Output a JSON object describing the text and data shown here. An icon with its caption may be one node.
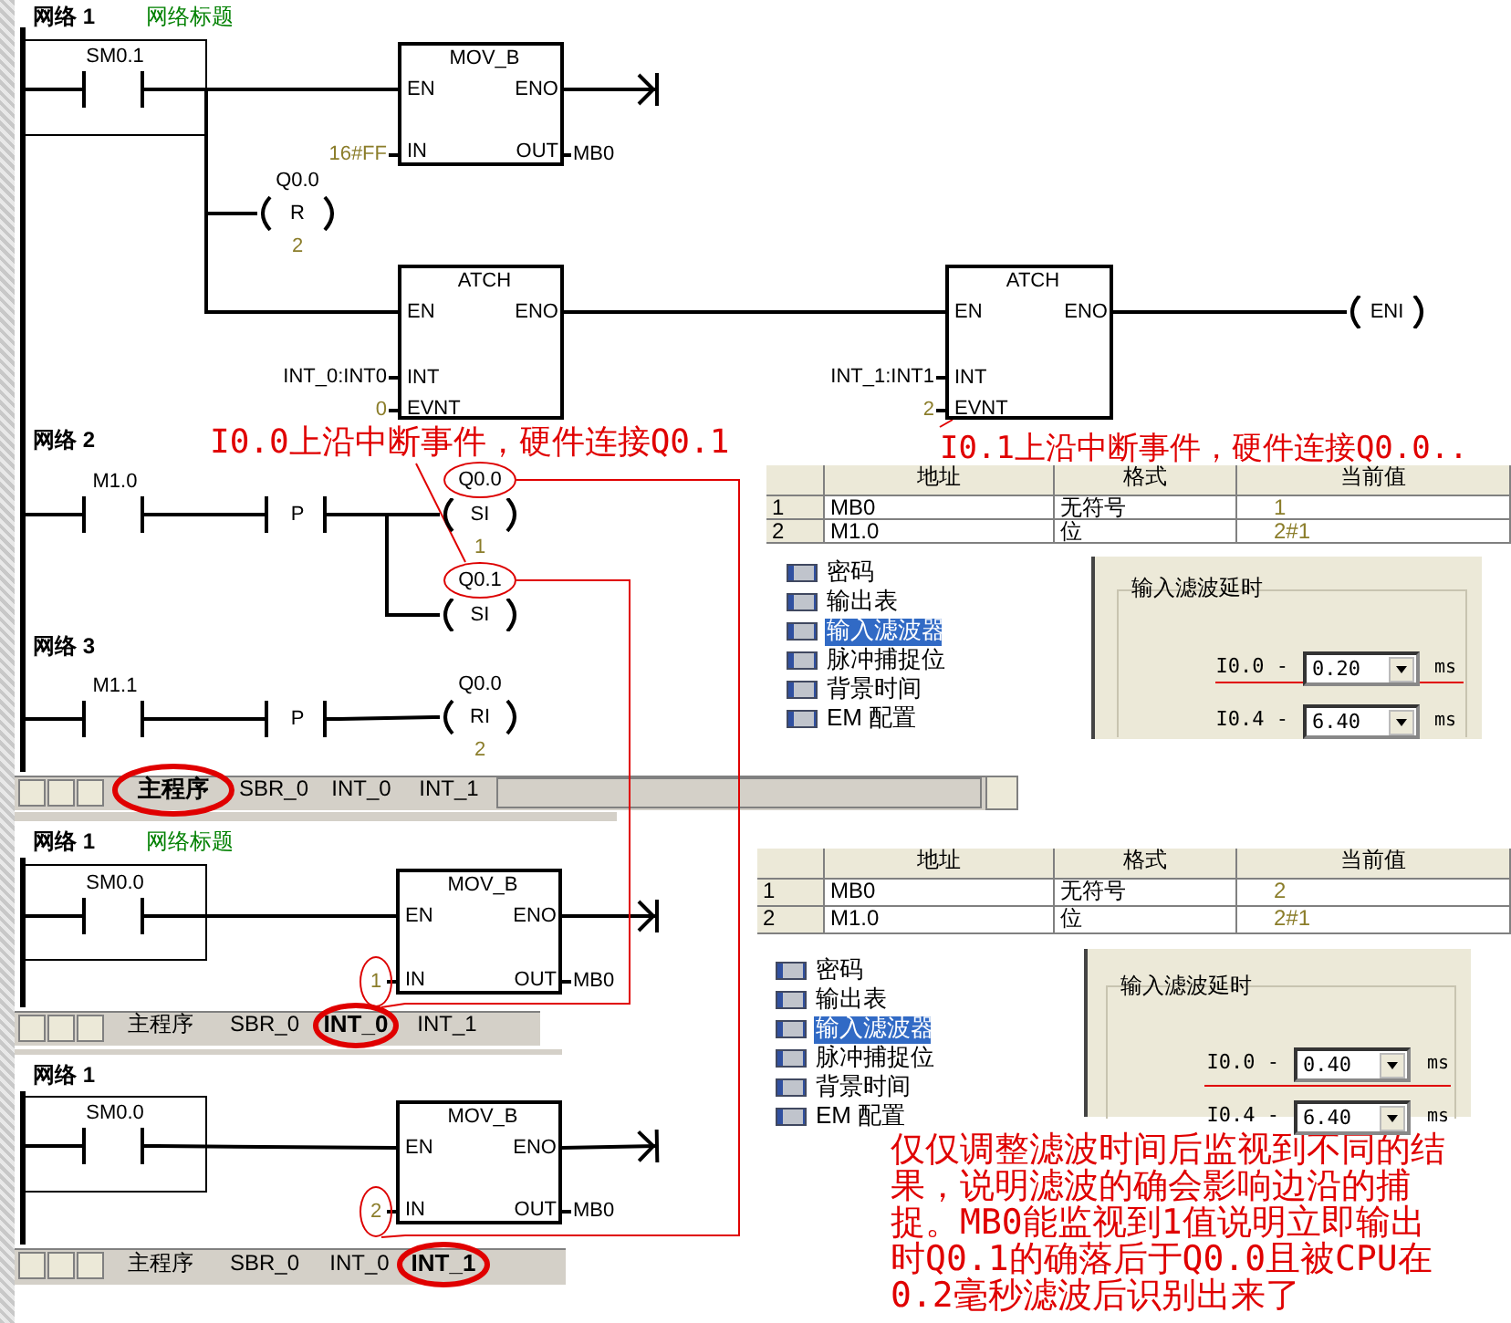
{
  "diagram": {
    "nodes": [
      {
        "text": [],
        "shape": "bar"
      },
      {
        "text": [
          "SM0.1"
        ]
      },
      {
        "text": [
          "MOV_B",
          "EN",
          "ENO",
          "IN",
          "OUT"
        ],
        "beside": [
          "16#FF",
          "MB0"
        ]
      },
      {
        "text": [
          "Q0.0",
          "R",
          "2"
        ]
      },
      {
        "text": [
          "ATCH",
          "EN",
          "ENO",
          "INT",
          "EVNT"
        ],
        "beside": [
          "INT_0:INT0",
          "0"
        ]
      },
      {
        "text": [
          "ATCH",
          "EN",
          "ENO",
          "INT",
          "EVNT"
        ],
        "beside": [
          "INT_1:INT1",
          "2"
        ]
      },
      {
        "text": [
          "ENI"
        ]
      },
      {
        "text": [
          "I0.0上沿中断事件，硬件连接Q0.1"
        ]
      },
      {
        "text": [
          "I0.1上沿中断事件，硬件连接Q0.0.."
        ]
      },
      {
        "text": [
          "M1.0"
        ]
      },
      {
        "text": [
          "P"
        ]
      },
      {
        "text": [
          "Q0.0"
        ]
      },
      {
        "text": [
          "SI",
          "1"
        ]
      },
      {
        "text": [
          "Q0.1"
        ]
      },
      {
        "text": [
          "SI"
        ]
      },
      {
        "text": [
          "M1.1"
        ]
      },
      {
        "text": [
          "P"
        ]
      },
      {
        "text": [
          "Q0.0",
          "RI",
          "2"
        ]
      },
      {
        "text": [],
        "shape": "bar"
      },
      {
        "text": [
          "SM0.0"
        ]
      },
      {
        "text": [
          "MOV_B",
          "EN",
          "ENO",
          "IN",
          "OUT"
        ],
        "beside": [
          "MB0"
        ]
      },
      {
        "text": [
          "1"
        ]
      },
      {
        "text": [],
        "shape": "bar"
      },
      {
        "text": [
          "SM0.0"
        ]
      },
      {
        "text": [
          "MOV_B",
          "EN",
          "ENO",
          "IN",
          "OUT"
        ],
        "beside": [
          "MB0"
        ]
      },
      {
        "text": [
          "2"
        ]
      },
      {
        "text": [
          "仅仅调整滤波时间后监视到不同的结果，说明滤波的确会影响边沿的捕捉。MB0能监视到1值说明立即输出时Q0.1的确落后于Q0.0且被CPU在0.2毫秒滤波后识别出来了"
        ]
      }
    ],
    "edges": [
      {
        "from": 0,
        "to": 1,
        "arrow": "none"
      },
      {
        "from": 1,
        "to": 2,
        "arrow": "none"
      },
      {
        "from": 1,
        "to": 3,
        "arrow": "none"
      },
      {
        "from": 1,
        "to": 4,
        "arrow": "none"
      },
      {
        "from": 2,
        "to": null,
        "arrow": "to"
      },
      {
        "from": 4,
        "to": 5,
        "arrow": "none"
      },
      {
        "from": 5,
        "to": 6,
        "arrow": "none"
      },
      {
        "from": 0,
        "to": 9,
        "arrow": "none"
      },
      {
        "from": 9,
        "to": 10,
        "arrow": "none"
      },
      {
        "from": 10,
        "to": 12,
        "arrow": "none"
      },
      {
        "from": 10,
        "to": 14,
        "arrow": "none"
      },
      {
        "from": 0,
        "to": 15,
        "arrow": "none"
      },
      {
        "from": 15,
        "to": 16,
        "arrow": "none"
      },
      {
        "from": 16,
        "to": 17,
        "arrow": "none"
      },
      {
        "from": 18,
        "to": 19,
        "arrow": "none"
      },
      {
        "from": 19,
        "to": 20,
        "arrow": "none"
      },
      {
        "from": 20,
        "to": null,
        "arrow": "to"
      },
      {
        "from": 22,
        "to": 23,
        "arrow": "none"
      },
      {
        "from": 23,
        "to": 24,
        "arrow": "none"
      },
      {
        "from": 24,
        "to": null,
        "arrow": "to"
      },
      {
        "from": 7,
        "to": 13,
        "arrow": "none",
        "color": "#e00000"
      },
      {
        "from": 8,
        "to": 5,
        "arrow": "none",
        "color": "#e00000"
      },
      {
        "from": 11,
        "to": 25,
        "arrow": "none",
        "color": "#e00000"
      },
      {
        "from": 13,
        "to": 21,
        "arrow": "none",
        "color": "#e00000"
      }
    ],
    "labels": [
      "网络 1",
      "网络标题",
      "网络 2",
      "网络 3",
      "主程序",
      "SBR_0",
      "INT_0",
      "INT_1",
      "地址",
      "格式",
      "当前值",
      "1",
      "MB0",
      "无符号",
      "1",
      "2",
      "M1.0",
      "位",
      "2#1",
      "密码",
      "输出表",
      "输入滤波器",
      "脉冲捕捉位",
      "背景时间",
      "EM 配置",
      "输入滤波延时",
      "I0.0 -",
      "0.20",
      "ms",
      "I0.4 -",
      "6.40",
      "ms",
      "网络 1",
      "网络标题",
      "主程序",
      "SBR_0",
      "INT_0",
      "INT_1",
      "网络 1",
      "主程序",
      "SBR_0",
      "INT_0",
      "INT_1",
      "地址",
      "格式",
      "当前值",
      "1",
      "MB0",
      "无符号",
      "2",
      "2",
      "M1.0",
      "位",
      "2#1",
      "密码",
      "输出表",
      "输入滤波器",
      "脉冲捕捉位",
      "背景时间",
      "EM 配置",
      "输入滤波延时",
      "I0.0 -",
      "0.40",
      "ms",
      "I0.4 -",
      "6.40",
      "ms"
    ]
  }
}
